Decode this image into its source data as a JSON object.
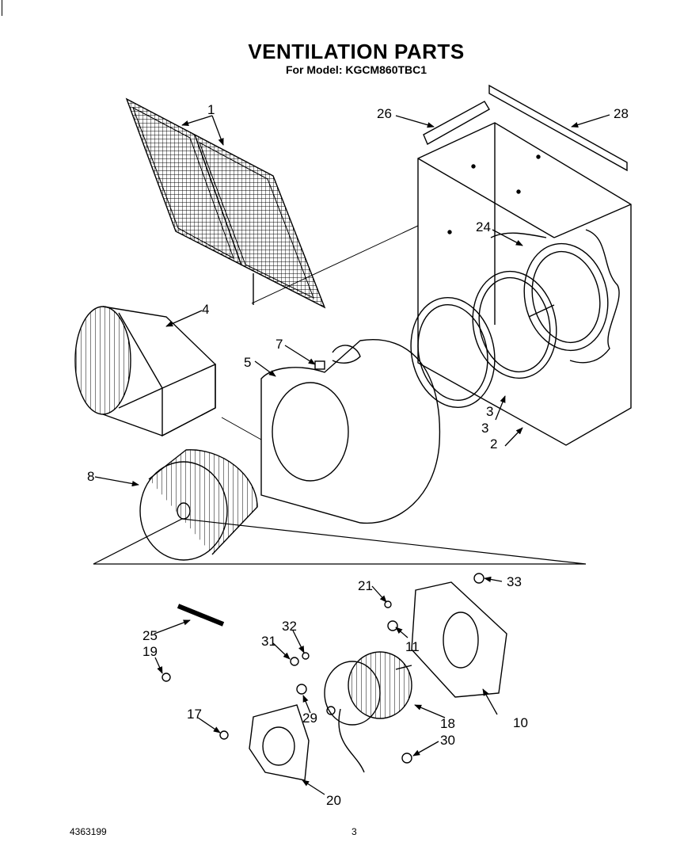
{
  "header": {
    "title": "VENTILATION PARTS",
    "subtitle": "For Model: KGCM860TBC1"
  },
  "footer": {
    "doc_number": "4363199",
    "page_number": "3"
  },
  "callouts": {
    "c1": "1",
    "c2": "2",
    "c3": "3",
    "c3b": "3",
    "c4": "4",
    "c5": "5",
    "c7": "7",
    "c8": "8",
    "c10": "10",
    "c11": "11",
    "c17": "17",
    "c18": "18",
    "c19": "19",
    "c20": "20",
    "c21": "21",
    "c24": "24",
    "c25": "25",
    "c26": "26",
    "c28": "28",
    "c29": "29",
    "c30": "30",
    "c31": "31",
    "c32": "32",
    "c33": "33"
  }
}
